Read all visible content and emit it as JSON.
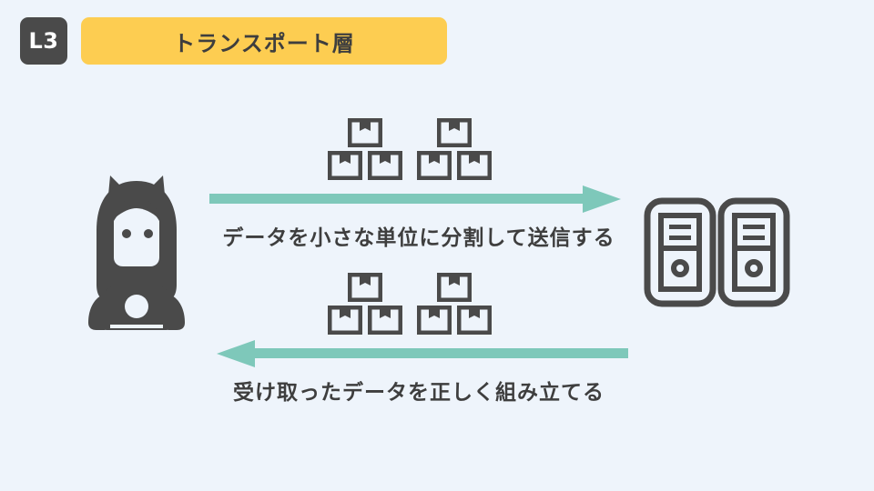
{
  "slide": {
    "background_color": "#eef4fb",
    "header": {
      "badge_label": "L3",
      "badge_color": "#4a4a4a",
      "title_label": "トランスポート層",
      "title_color": "#fdcd51",
      "text_color": "#3e3e3e"
    },
    "actors": {
      "left": {
        "name": "user-character",
        "icon": "girl-with-ribbon-icon",
        "color": "#4a4a4a"
      },
      "right": {
        "name": "server-pair",
        "icon": "servers-icon",
        "color": "#4a4a4a"
      }
    },
    "flows": [
      {
        "id": "send-flow",
        "direction": "right",
        "caption": "データを小さな単位に分割して送信する",
        "arrow_color": "#7ec8ba",
        "packet_groups": 2,
        "packets_per_group": 3,
        "packet_color": "#4a4a4a"
      },
      {
        "id": "receive-flow",
        "direction": "left",
        "caption": "受け取ったデータを正しく組み立てる",
        "arrow_color": "#7ec8ba",
        "packet_groups": 2,
        "packets_per_group": 3,
        "packet_color": "#4a4a4a"
      }
    ]
  }
}
